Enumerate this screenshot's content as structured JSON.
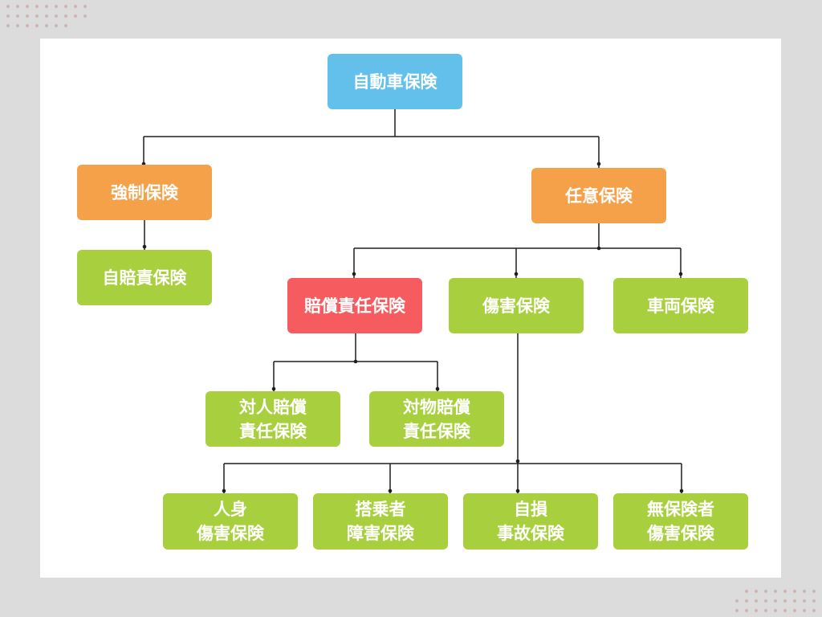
{
  "colors": {
    "page_background": "#dcdcdc",
    "panel": "#ffffff",
    "connector": "#1e1e1e",
    "label_text": "#ffffff"
  },
  "diagram": {
    "root": {
      "lines": [
        "自動車保険"
      ],
      "color": "#63c0eb",
      "children": [
        {
          "lines": [
            "強制保険"
          ],
          "color": "#f5a14a",
          "children": [
            {
              "lines": [
                "自賠責保険"
              ],
              "color": "#a8cf3d"
            }
          ]
        },
        {
          "lines": [
            "任意保険"
          ],
          "color": "#f5a14a",
          "children": [
            {
              "lines": [
                "賠償責任保険"
              ],
              "color": "#f65c5f",
              "children": [
                {
                  "lines": [
                    "対人賠償",
                    "責任保険"
                  ],
                  "color": "#a8cf3d"
                },
                {
                  "lines": [
                    "対物賠償",
                    "責任保険"
                  ],
                  "color": "#a8cf3d"
                }
              ]
            },
            {
              "lines": [
                "傷害保険"
              ],
              "color": "#a8cf3d",
              "children": [
                {
                  "lines": [
                    "人身",
                    "傷害保険"
                  ],
                  "color": "#a8cf3d"
                },
                {
                  "lines": [
                    "搭乗者",
                    "障害保険"
                  ],
                  "color": "#a8cf3d"
                },
                {
                  "lines": [
                    "自損",
                    "事故保険"
                  ],
                  "color": "#a8cf3d"
                },
                {
                  "lines": [
                    "無保険者",
                    "傷害保険"
                  ],
                  "color": "#a8cf3d"
                }
              ]
            },
            {
              "lines": [
                "車両保険"
              ],
              "color": "#a8cf3d"
            }
          ]
        }
      ]
    }
  }
}
